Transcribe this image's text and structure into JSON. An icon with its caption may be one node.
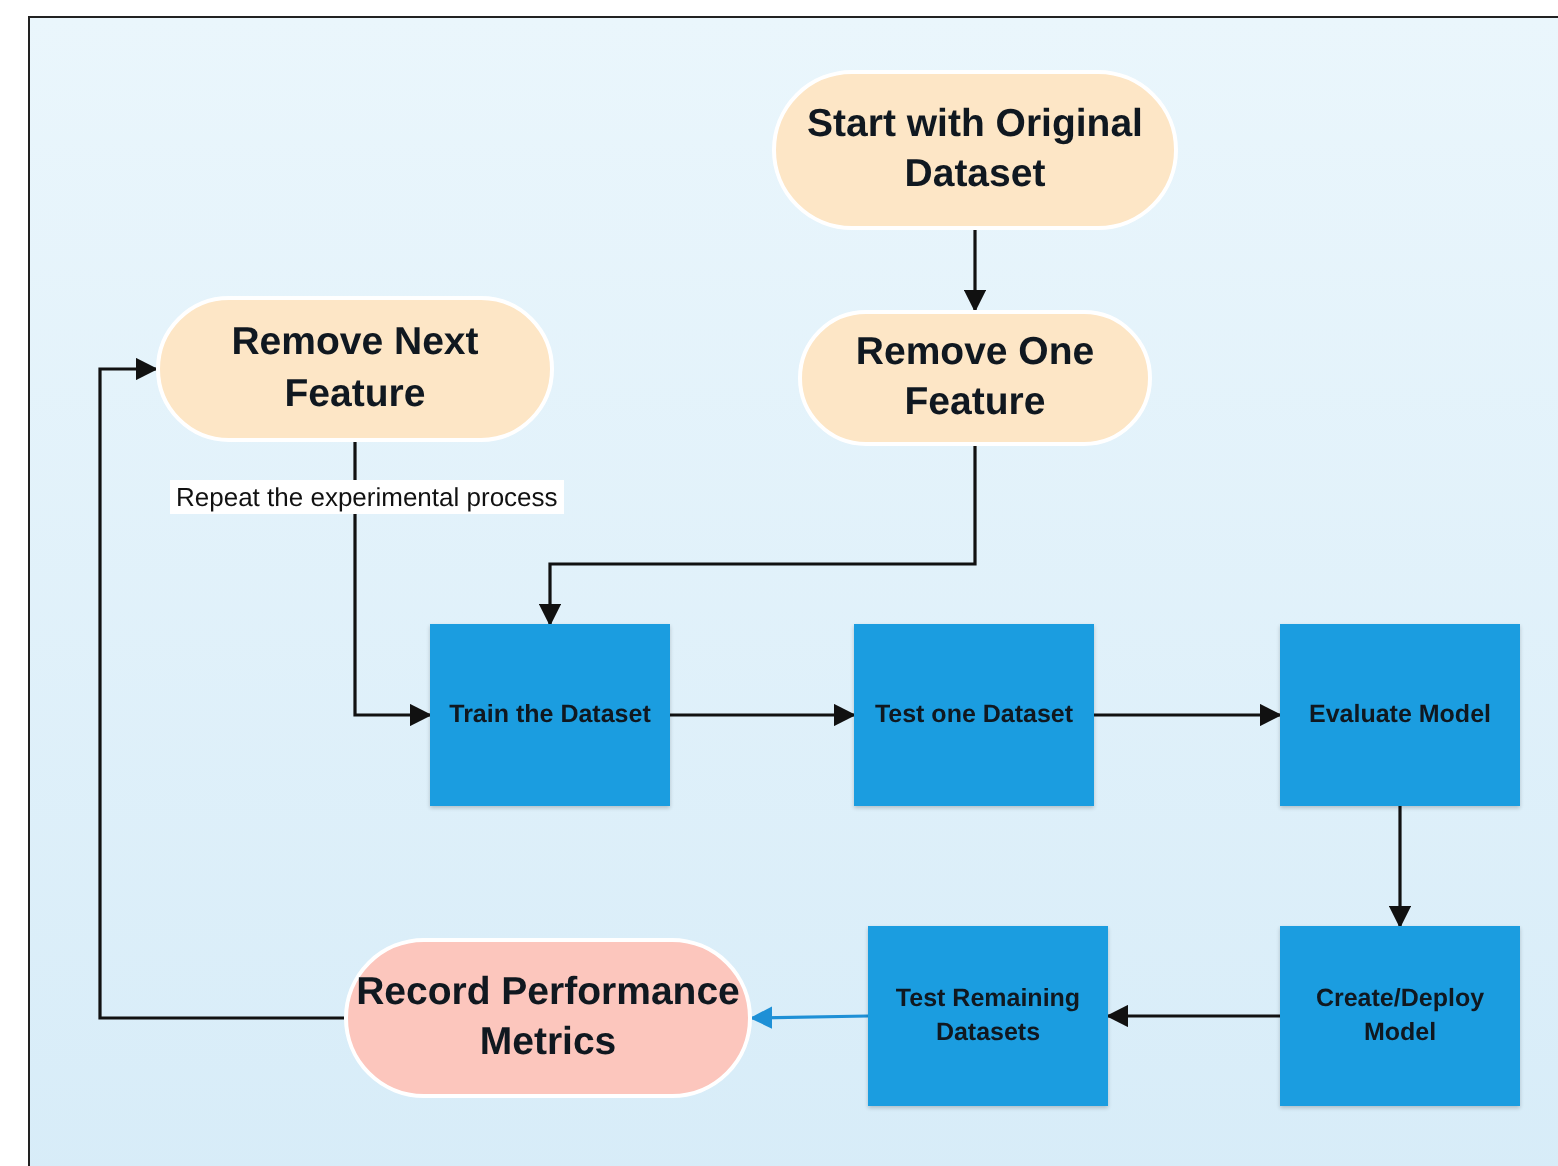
{
  "diagram": {
    "nodes": [
      {
        "text": [
          "Start with Original Dataset"
        ]
      },
      {
        "text": [
          "Remove Next Feature"
        ]
      },
      {
        "text": [
          "Remove One Feature"
        ]
      },
      {
        "text": [
          "Train the Dataset"
        ]
      },
      {
        "text": [
          "Test one Dataset"
        ]
      },
      {
        "text": [
          "Evaluate Model"
        ]
      },
      {
        "text": [
          "Create/Deploy Model"
        ]
      },
      {
        "text": [
          "Test Remaining Datasets"
        ]
      },
      {
        "text": [
          "Record Performance Metrics"
        ]
      }
    ],
    "edges": [
      {
        "from": 0,
        "to": 2,
        "arrow": "to"
      },
      {
        "from": 2,
        "to": 3,
        "arrow": "to"
      },
      {
        "from": 1,
        "to": 3,
        "arrow": "to",
        "label": "Repeat the experimental process"
      },
      {
        "from": 3,
        "to": 4,
        "arrow": "to"
      },
      {
        "from": 4,
        "to": 5,
        "arrow": "to"
      },
      {
        "from": 5,
        "to": 6,
        "arrow": "to"
      },
      {
        "from": 6,
        "to": 7,
        "arrow": "to"
      },
      {
        "from": 7,
        "to": 8,
        "arrow": "to",
        "color": "#1e90d6"
      },
      {
        "from": 8,
        "to": 1,
        "arrow": "to"
      }
    ]
  }
}
